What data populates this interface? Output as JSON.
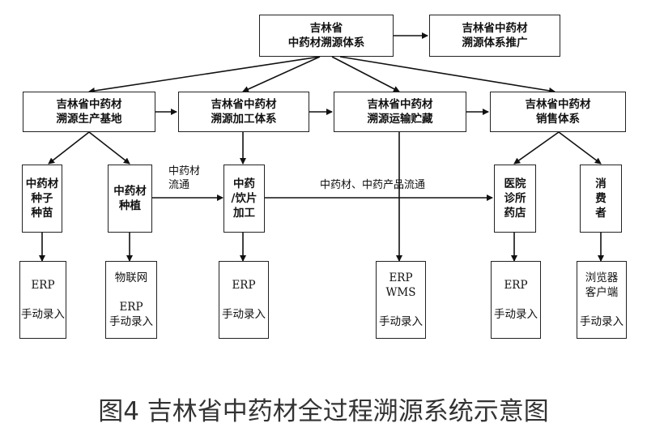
{
  "nodes": {
    "root": "吉林省\n中药材溯源体系",
    "promotion": "吉林省中药材\n溯源体系推广",
    "production_base": "吉林省中药材\n溯源生产基地",
    "processing": "吉林省中药材\n溯源加工体系",
    "transport": "吉林省中药材\n溯源运输贮藏",
    "sales": "吉林省中药材\n销售体系",
    "seed": "中药材\n种子\n种苗",
    "planting": "中药材\n种植",
    "decoction": "中药\n/饮片\n加工",
    "hospital": "医院\n诊所\n药店",
    "consumer": "消\n费\n者",
    "erp_seed": "ERP\n\n手动录入",
    "erp_planting": "物联网\n\nERP\n手动录入",
    "erp_decoction": "ERP\n\n手动录入",
    "erp_transport": "ERP\nWMS\n\n手动录入",
    "erp_hospital": "ERP\n\n手动录入",
    "erp_consumer": "浏览器\n客户端\n\n手动录入"
  },
  "labels": {
    "circulation": "中药材\n流通",
    "product_flow": "中药材、中药产品流通"
  },
  "caption": "图4 吉林省中药材全过程溯源系统示意图"
}
